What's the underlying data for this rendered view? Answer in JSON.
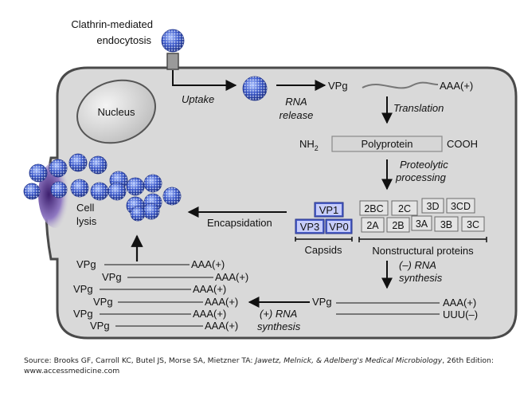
{
  "labels": {
    "clathrin_line1": "Clathrin-mediated",
    "clathrin_line2": "endocytosis",
    "nucleus": "Nucleus",
    "uptake": "Uptake",
    "rna_release_1": "RNA",
    "rna_release_2": "release",
    "vpg_top": "VPg",
    "aaa_top": "AAA(+)",
    "translation": "Translation",
    "nh2": "NH",
    "nh2_sub": "2",
    "polyprotein": "Polyprotein",
    "cooh": "COOH",
    "proteolytic_1": "Proteolytic",
    "proteolytic_2": "processing",
    "cell_lysis_1": "Cell",
    "cell_lysis_2": "lysis",
    "encapsidation": "Encapsidation",
    "capsids": "Capsids",
    "nonstructural": "Nonstructural proteins",
    "minus_rna_1": "(–) RNA",
    "minus_rna_2": "synthesis",
    "plus_rna_1": "(+) RNA",
    "plus_rna_2": "synthesis",
    "vpg_mid": "VPg",
    "aaa_mid": "AAA(+)",
    "uuu_mid": "UUU(–)"
  },
  "capsid_proteins": [
    "VP1",
    "VP3",
    "VP0"
  ],
  "nonstructural_row1": [
    "2BC",
    "2C",
    "3D",
    "3CD"
  ],
  "nonstructural_row2": [
    "2A",
    "2B",
    "3A",
    "3B",
    "3C"
  ],
  "rna_strands": [
    {
      "vpg": "VPg",
      "aaa": "AAA(+)"
    },
    {
      "vpg": "VPg",
      "aaa": "AAA(+)"
    },
    {
      "vpg": "VPg",
      "aaa": "AAA(+)"
    },
    {
      "vpg": "VPg",
      "aaa": "AAA(+)"
    },
    {
      "vpg": "VPg",
      "aaa": "AAA(+)"
    },
    {
      "vpg": "VPg",
      "aaa": "AAA(+)"
    }
  ],
  "source": {
    "prefix": "Source: Brooks GF, Carroll KC, Butel JS, Morse SA, Mietzner TA: ",
    "book": "Jawetz, Melnick, & Adelberg's Medical Microbiology",
    "suffix": ", 26th Edition: www.accessmedicine.com"
  },
  "colors": {
    "cell_fill": "#d9d9d9",
    "cell_stroke": "#4a4a4a",
    "capsid_box": "#4b5fc8",
    "ns_box": "#e4e4e4",
    "virus_blue": "#2c47b8",
    "lysis_purple": "#5a3a8c"
  }
}
